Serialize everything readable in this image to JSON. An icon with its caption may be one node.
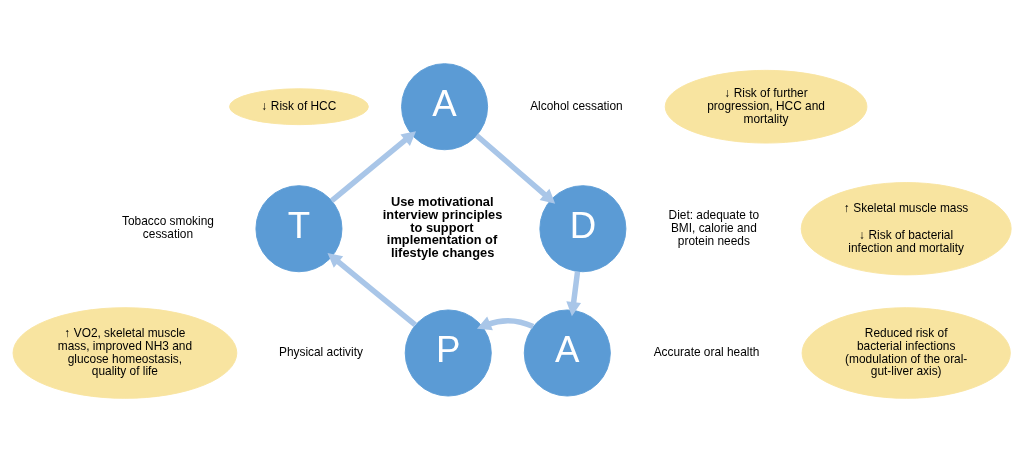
{
  "diagram": {
    "nodes": [
      {
        "text": [
          "A"
        ],
        "beside": [
          "Alcohol cessation"
        ]
      },
      {
        "text": [
          "D"
        ],
        "beside": [
          "Diet: adequate to BMI, calorie and protein needs"
        ]
      },
      {
        "text": [
          "A"
        ],
        "beside": [
          "Accurate oral health"
        ]
      },
      {
        "text": [
          "P"
        ],
        "beside": [
          "Physical activity"
        ]
      },
      {
        "text": [
          "T"
        ],
        "beside": [
          "Tobacco smoking cessation"
        ]
      },
      {
        "text": [
          "Use motivational interview principles to support implementation of lifestyle changes"
        ]
      },
      {
        "text": [
          "↓ Risk of HCC"
        ]
      },
      {
        "text": [
          "↓ Risk of further progression, HCC and mortality"
        ]
      },
      {
        "text": [
          "↑ Skeletal muscle mass",
          "↓ Risk of bacterial infection and mortality"
        ]
      },
      {
        "text": [
          "Reduced risk of bacterial infections (modulation of the oral-gut-liver axis)"
        ]
      },
      {
        "text": [
          "↑ VO2, skeletal muscle mass, improved NH3 and glucose homeostasis, quality of life"
        ]
      }
    ],
    "edges": [
      {
        "from": 0,
        "to": 1,
        "arrow": "to"
      },
      {
        "from": 1,
        "to": 2,
        "arrow": "to"
      },
      {
        "from": 2,
        "to": 3,
        "arrow": "to"
      },
      {
        "from": 3,
        "to": 4,
        "arrow": "to"
      },
      {
        "from": 4,
        "to": 0,
        "arrow": "to"
      }
    ]
  }
}
